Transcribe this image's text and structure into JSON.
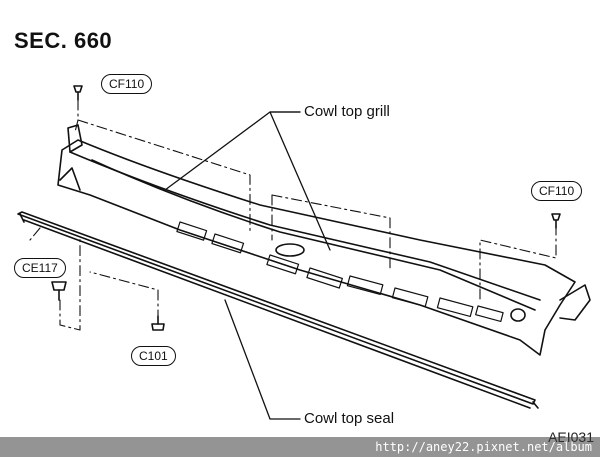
{
  "diagram": {
    "section": "SEC. 660",
    "callouts": {
      "cowl_top_grill": "Cowl top grill",
      "cowl_top_seal": "Cowl top seal"
    },
    "part_tags": {
      "cf110_left": "CF110",
      "cf110_right": "CF110",
      "ce117": "CE117",
      "c101": "C101"
    },
    "figure_code": "AEI031"
  },
  "watermark": "http://aney22.pixnet.net/album"
}
